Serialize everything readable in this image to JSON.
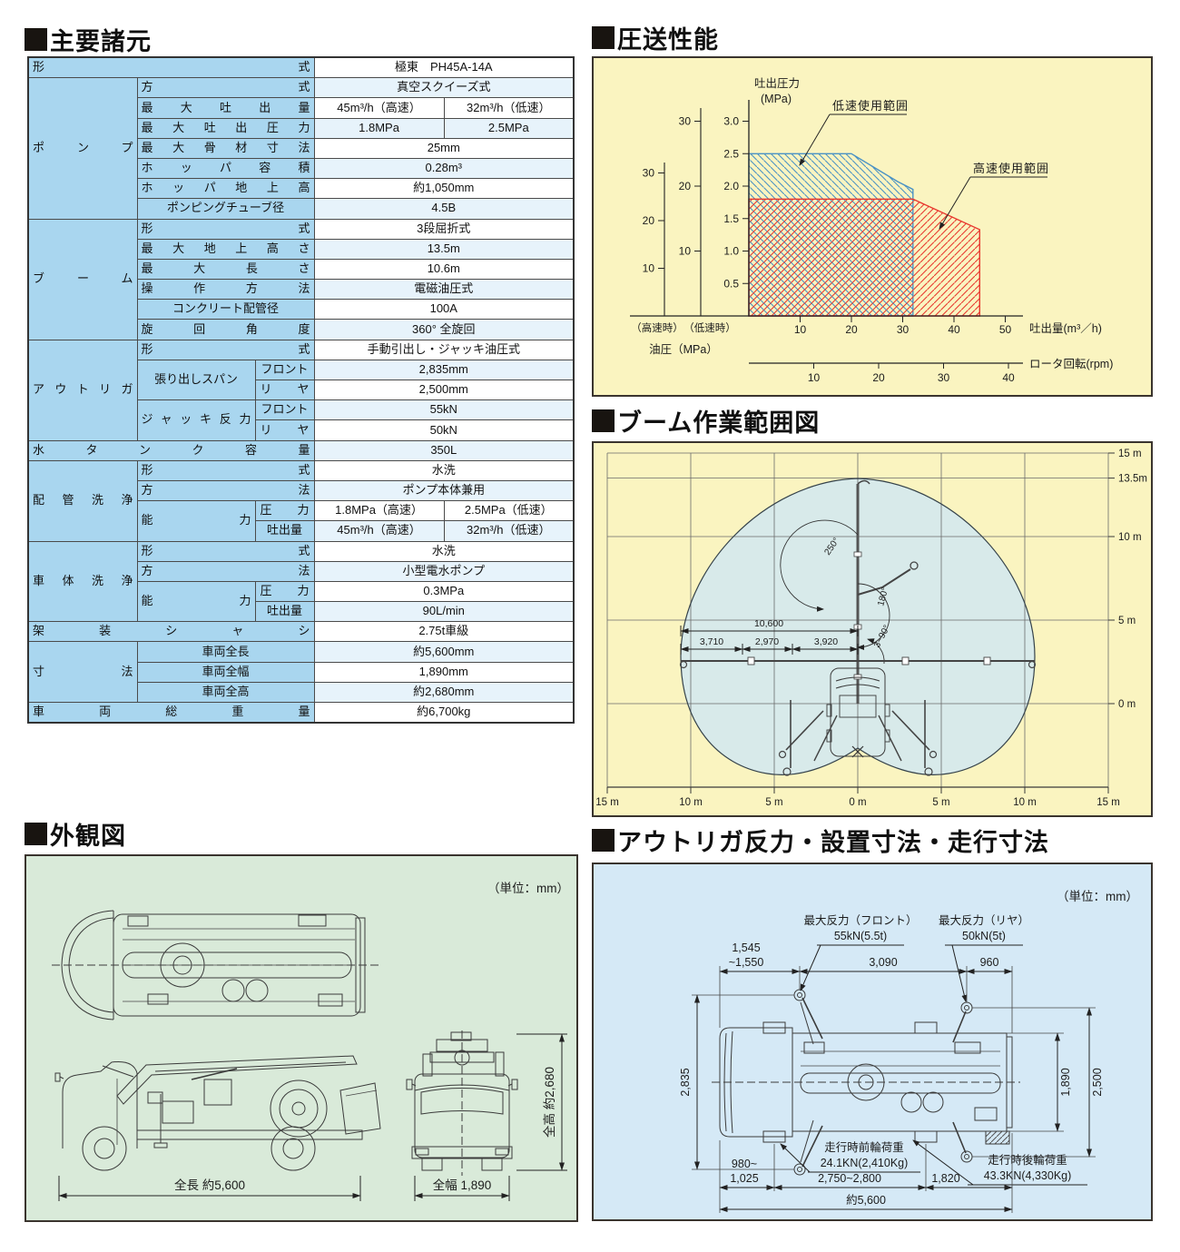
{
  "sections": {
    "spec": {
      "title": "主要諸元"
    },
    "perf": {
      "title": "圧送性能"
    },
    "boom": {
      "title": "ブーム作業範囲図"
    },
    "exterior": {
      "title": "外観図",
      "unit_note": "（単位：mm）",
      "length_label": "全長 約5,600",
      "width_label": "全幅 1,890",
      "height_label": "全高 約2,680"
    },
    "outrigger": {
      "title": "アウトリガ反力・設置寸法・走行寸法",
      "unit_note": "（単位：mm）",
      "front_reaction_1": "最大反力（フロント）",
      "front_reaction_2": "55kN(5.5t)",
      "rear_reaction_1": "最大反力（リヤ）",
      "rear_reaction_2": "50kN(5t)",
      "front_axle_1": "走行時前輪荷重",
      "front_axle_2": "24.1KN(2,410Kg)",
      "rear_axle_1": "走行時後輪荷重",
      "rear_axle_2": "43.3KN(4,330Kg)",
      "dims": {
        "cab_to_front_jack_1": "1,545",
        "cab_to_front_jack_2": "~1,550",
        "jack_span": "3,090",
        "rear_jack_to_end": "960",
        "front_jack_width": "2,835",
        "body_width": "1,890",
        "rear_jack_width": "2,500",
        "front_overhang_1": "980~",
        "front_overhang_2": "1,025",
        "wheelbase": "2,750~2,800",
        "rear_overhang": "1,820",
        "total_length": "約5,600"
      }
    }
  },
  "spec_table": {
    "rows": [
      [
        {
          "t": "形式",
          "cs": 3,
          "c": "h j"
        },
        {
          "t": "極東　PH45A-14A",
          "cs": 2,
          "c": "v"
        }
      ],
      [
        {
          "t": "ポンプ",
          "rs": 7,
          "c": "h j"
        },
        {
          "t": "方式",
          "cs": 2,
          "c": "h j"
        },
        {
          "t": "真空スクイーズ式",
          "cs": 2,
          "c": "v"
        }
      ],
      [
        {
          "t": "最大吐出量",
          "cs": 2,
          "c": "h j"
        },
        {
          "t": "45m³/h（高速）",
          "c": "v"
        },
        {
          "t": "32m³/h（低速）",
          "c": "v"
        }
      ],
      [
        {
          "t": "最大吐出圧力",
          "cs": 2,
          "c": "h j"
        },
        {
          "t": "1.8MPa",
          "c": "v"
        },
        {
          "t": "2.5MPa",
          "c": "v"
        }
      ],
      [
        {
          "t": "最大骨材寸法",
          "cs": 2,
          "c": "h j"
        },
        {
          "t": "25mm",
          "cs": 2,
          "c": "v"
        }
      ],
      [
        {
          "t": "ホッパ容積",
          "cs": 2,
          "c": "h j"
        },
        {
          "t": "0.28m³",
          "cs": 2,
          "c": "v"
        }
      ],
      [
        {
          "t": "ホッパ地上高",
          "cs": 2,
          "c": "h j"
        },
        {
          "t": "約1,050mm",
          "cs": 2,
          "c": "v"
        }
      ],
      [
        {
          "t": "ポンピングチューブ径",
          "cs": 2,
          "c": "h"
        },
        {
          "t": "4.5B",
          "cs": 2,
          "c": "v"
        }
      ],
      [
        {
          "t": "ブーム",
          "rs": 6,
          "c": "h j"
        },
        {
          "t": "形式",
          "cs": 2,
          "c": "h j"
        },
        {
          "t": "3段屈折式",
          "cs": 2,
          "c": "v"
        }
      ],
      [
        {
          "t": "最大地上高さ",
          "cs": 2,
          "c": "h j"
        },
        {
          "t": "13.5m",
          "cs": 2,
          "c": "v"
        }
      ],
      [
        {
          "t": "最大長さ",
          "cs": 2,
          "c": "h j"
        },
        {
          "t": "10.6m",
          "cs": 2,
          "c": "v"
        }
      ],
      [
        {
          "t": "操作方法",
          "cs": 2,
          "c": "h j"
        },
        {
          "t": "電磁油圧式",
          "cs": 2,
          "c": "v"
        }
      ],
      [
        {
          "t": "コンクリート配管径",
          "cs": 2,
          "c": "h"
        },
        {
          "t": "100A",
          "cs": 2,
          "c": "v"
        }
      ],
      [
        {
          "t": "旋回角度",
          "cs": 2,
          "c": "h j"
        },
        {
          "t": "360° 全旋回",
          "cs": 2,
          "c": "v"
        }
      ],
      [
        {
          "t": "アウトリガ",
          "rs": 5,
          "c": "h j"
        },
        {
          "t": "形式",
          "cs": 2,
          "c": "h j"
        },
        {
          "t": "手動引出し・ジャッキ油圧式",
          "cs": 2,
          "c": "v"
        }
      ],
      [
        {
          "t": "張り出しスパン",
          "rs": 2,
          "c": "h"
        },
        {
          "t": "フロント",
          "c": "h s"
        },
        {
          "t": "2,835mm",
          "cs": 2,
          "c": "v"
        }
      ],
      [
        {
          "t": "リヤ",
          "c": "h s j"
        },
        {
          "t": "2,500mm",
          "cs": 2,
          "c": "v"
        }
      ],
      [
        {
          "t": "ジャッキ反力",
          "rs": 2,
          "c": "h j"
        },
        {
          "t": "フロント",
          "c": "h s"
        },
        {
          "t": "55kN",
          "cs": 2,
          "c": "v"
        }
      ],
      [
        {
          "t": "リヤ",
          "c": "h s j"
        },
        {
          "t": "50kN",
          "cs": 2,
          "c": "v"
        }
      ],
      [
        {
          "t": "水タンク容量",
          "cs": 3,
          "c": "h j"
        },
        {
          "t": "350L",
          "cs": 2,
          "c": "v"
        }
      ],
      [
        {
          "t": "配管洗浄",
          "rs": 4,
          "c": "h j"
        },
        {
          "t": "形式",
          "cs": 2,
          "c": "h j"
        },
        {
          "t": "水洗",
          "cs": 2,
          "c": "v"
        }
      ],
      [
        {
          "t": "方法",
          "cs": 2,
          "c": "h j"
        },
        {
          "t": "ポンプ本体兼用",
          "cs": 2,
          "c": "v"
        }
      ],
      [
        {
          "t": "能力",
          "rs": 2,
          "c": "h j"
        },
        {
          "t": "圧力",
          "c": "h s j"
        },
        {
          "t": "1.8MPa（高速）",
          "c": "v"
        },
        {
          "t": "2.5MPa（低速）",
          "c": "v"
        }
      ],
      [
        {
          "t": "吐出量",
          "c": "h s"
        },
        {
          "t": "45m³/h（高速）",
          "c": "v"
        },
        {
          "t": "32m³/h（低速）",
          "c": "v"
        }
      ],
      [
        {
          "t": "車体洗浄",
          "rs": 4,
          "c": "h j"
        },
        {
          "t": "形式",
          "cs": 2,
          "c": "h j"
        },
        {
          "t": "水洗",
          "cs": 2,
          "c": "v"
        }
      ],
      [
        {
          "t": "方法",
          "cs": 2,
          "c": "h j"
        },
        {
          "t": "小型電水ポンプ",
          "cs": 2,
          "c": "v"
        }
      ],
      [
        {
          "t": "能力",
          "rs": 2,
          "c": "h j"
        },
        {
          "t": "圧力",
          "c": "h s j"
        },
        {
          "t": "0.3MPa",
          "cs": 2,
          "c": "v"
        }
      ],
      [
        {
          "t": "吐出量",
          "c": "h s"
        },
        {
          "t": "90L/min",
          "cs": 2,
          "c": "v"
        }
      ],
      [
        {
          "t": "架装シャシ",
          "cs": 3,
          "c": "h j"
        },
        {
          "t": "2.75t車級",
          "cs": 2,
          "c": "v"
        }
      ],
      [
        {
          "t": "寸法",
          "rs": 3,
          "c": "h j"
        },
        {
          "t": "車両全長",
          "cs": 2,
          "c": "h c"
        },
        {
          "t": "約5,600mm",
          "cs": 2,
          "c": "v"
        }
      ],
      [
        {
          "t": "車両全幅",
          "cs": 2,
          "c": "h c"
        },
        {
          "t": "1,890mm",
          "cs": 2,
          "c": "v"
        }
      ],
      [
        {
          "t": "車両全高",
          "cs": 2,
          "c": "h c"
        },
        {
          "t": "約2,680mm",
          "cs": 2,
          "c": "v"
        }
      ],
      [
        {
          "t": "車両総重量",
          "cs": 3,
          "c": "h j"
        },
        {
          "t": "約6,700kg",
          "cs": 2,
          "c": "v"
        }
      ]
    ]
  },
  "chart_data": [
    {
      "type": "area",
      "title": "圧送性能",
      "y_title_1": "吐出圧力",
      "y_title_2": "(MPa)",
      "x_title": "吐出量(m³／h)",
      "rpm_label": "ロータ回転(rpm)",
      "aux_high_label": "（高速時）",
      "aux_low_label": "（低速時）",
      "oil_label": "油圧（MPa）",
      "x_ticks": [
        10,
        20,
        30,
        40,
        50
      ],
      "y_ticks": [
        0.5,
        1.0,
        1.5,
        2.0,
        2.5,
        3.0
      ],
      "aux_high_ticks": [
        10,
        20,
        30
      ],
      "aux_low_ticks": [
        10,
        20,
        30
      ],
      "rpm_ticks": [
        10,
        20,
        30,
        40
      ],
      "xlim": [
        0,
        55
      ],
      "ylim": [
        0,
        3.3
      ],
      "series": [
        {
          "name": "低速使用範囲",
          "color": "#4a92c4",
          "hatch": "\\",
          "points": [
            [
              0,
              2.5
            ],
            [
              20,
              2.5
            ],
            [
              29,
              2.07
            ],
            [
              32,
              1.95
            ],
            [
              32,
              0
            ]
          ]
        },
        {
          "name": "高速使用範囲",
          "color": "#e8392f",
          "hatch": "/",
          "points": [
            [
              0,
              1.8
            ],
            [
              32,
              1.8
            ],
            [
              45,
              1.33
            ],
            [
              45,
              0
            ]
          ]
        }
      ]
    },
    {
      "type": "diagram",
      "title": "ブーム作業範囲図",
      "x_tick_labels": [
        "15 m",
        "10 m",
        "5 m",
        "0 m",
        "5 m",
        "10 m",
        "15 m"
      ],
      "y_tick_values": [
        15,
        13.5,
        10,
        5,
        0
      ],
      "y_tick_labels": [
        "15 m",
        "13.5m",
        "10 m",
        "5 m",
        "0 m"
      ],
      "max_height_m": 13.5,
      "max_reach_m": 10.6,
      "boom_dims": {
        "total": "10,600",
        "seg1": "3,710",
        "seg2": "2,970",
        "seg3": "3,920"
      },
      "angle_labels": [
        "250°",
        "180°",
        "3~90°"
      ]
    }
  ],
  "colors": {
    "panel_yellow": "#faf4c0",
    "panel_green": "#d9ead9",
    "panel_blue": "#d5e9f6",
    "envelope": "#d8eaea",
    "table_header": "#a9d6ef",
    "table_alt_row": "#e7f3fb",
    "series_low_speed": "#4a92c4",
    "series_high_speed": "#e8392f"
  }
}
